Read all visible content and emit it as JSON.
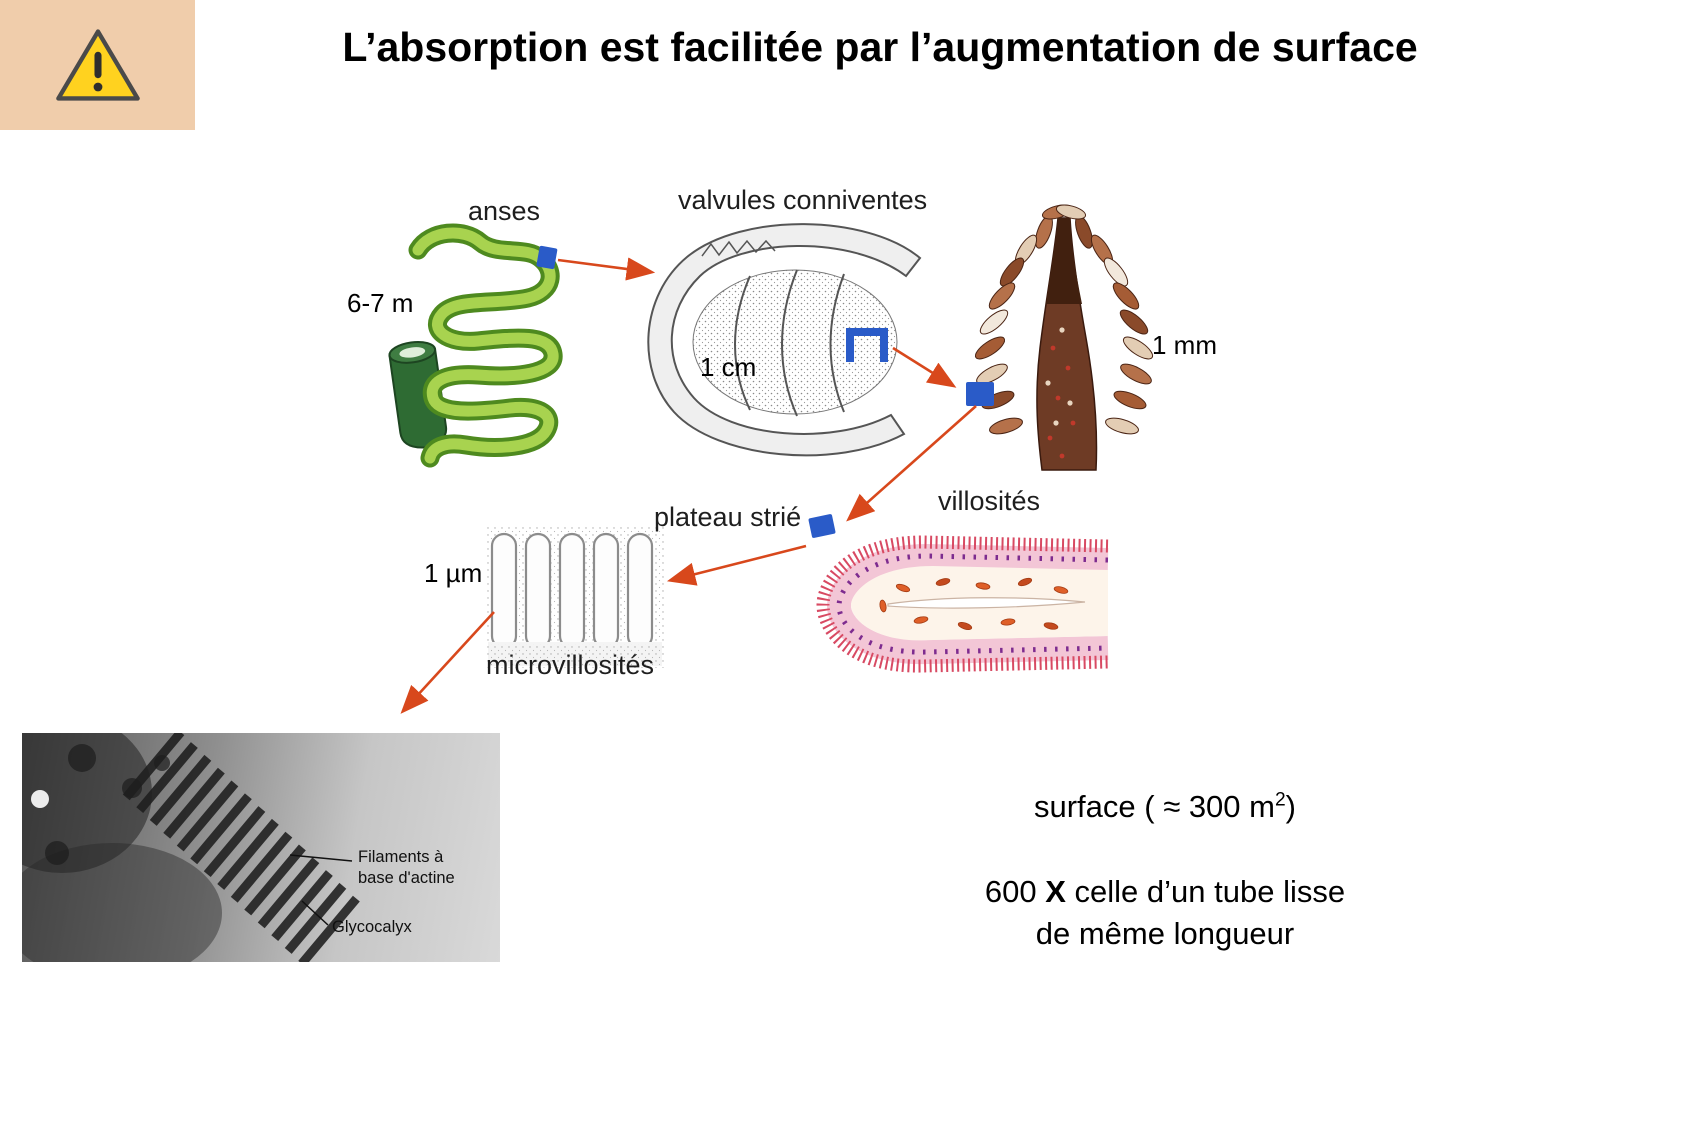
{
  "slide": {
    "title": "L’absorption est facilitée par l’augmentation de surface"
  },
  "labels": {
    "anses": "anses",
    "valvules_conniventes": "valvules conniventes",
    "villosites": "villosités",
    "plateau_strie": "plateau strié",
    "microvillosites": "microvillosités"
  },
  "scales": {
    "intestine": "6-7 m",
    "valvules": "1 cm",
    "villus": "1 mm",
    "microvilli": "1 µm"
  },
  "em": {
    "actin_line1": "Filaments à",
    "actin_line2": "base d'actine",
    "glycocalyx": "Glycocalyx"
  },
  "summary": {
    "surface_main": "surface ( ≈ 300 m",
    "surface_exponent": "2",
    "surface_close": ")",
    "factor_prefix": "600 ",
    "factor_x": "X",
    "factor_suffix": " celle d’un tube lisse",
    "factor_line2": "de même longueur"
  },
  "colors": {
    "arrow": "#d8481c",
    "marker_blue": "#2a5bc8",
    "warning_bg": "#f0cdab",
    "warning_triangle_fill": "#ffd21f",
    "intestine_green": "#a8d34f",
    "villi_pink": "#d84a63"
  }
}
